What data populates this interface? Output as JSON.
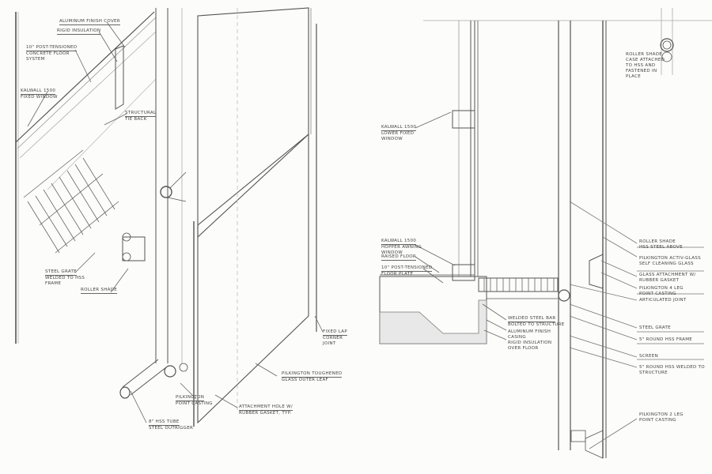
{
  "left_detail": {
    "labels": {
      "finish_cover": "Aluminum Finish Cover",
      "rigid_insulation": "Rigid Insulation",
      "floor_system_1": "10\" Post-Tensioned",
      "floor_system_2": "Concrete Floor",
      "floor_system_3": "System",
      "kalwall_1": "Kalwall 1500",
      "kalwall_2": "Fixed Window",
      "tie_back_1": "Structural",
      "tie_back_2": "Tie Back",
      "steel_grate_1": "Steel Grate",
      "steel_grate_2": "Welded to HSS",
      "steel_grate_3": "Frame",
      "roller_shade": "Roller Shade",
      "outrigger_1": "8\" HSS Tube",
      "outrigger_2": "Steel Outrigger",
      "point_casting_1": "Pilkington",
      "point_casting_2": "Point Casting",
      "outer_leaf_1": "Pilkington Toughened",
      "outer_leaf_2": "Glass Outer Leaf",
      "corner_joint_1": "Fixed Lap",
      "corner_joint_2": "Corner",
      "corner_joint_3": "Joint",
      "attachment_1": "Attachment Hole w/",
      "attachment_2": "Rubber Gasket, Typ."
    }
  },
  "right_detail": {
    "labels": {
      "roller_case_1": "Roller Shade",
      "roller_case_2": "Case Attached",
      "roller_case_3": "to HSS and",
      "roller_case_4": "Fastened in",
      "roller_case_5": "Place",
      "kalwall_upper_1": "Kalwall 1500",
      "kalwall_upper_2": "Lower Fixed",
      "kalwall_upper_3": "Window",
      "kalwall_lower_1": "Kalwall 1500",
      "kalwall_lower_2": "Hopper Awning",
      "kalwall_lower_3": "Window",
      "raised_floor": "Raised Floor",
      "floor_plate_1": "10\" Post-Tensioned",
      "floor_plate_2": "Floor Plate",
      "steel_bar_1": "Welded Steel Bar",
      "steel_bar_2": "Bolted to Structure",
      "casing_1": "Aluminum Finish",
      "casing_2": "Casing",
      "insulation_1": "Rigid Insulation",
      "insulation_2": "over Floor",
      "roller_shade_1": "Roller Shade",
      "roller_shade_2": "HSS Steel Above",
      "activ_glass_1": "Pilkington Activ-Glass",
      "activ_glass_2": "Self Cleaning Glass",
      "glass_attach_1": "Glass Attachment w/",
      "glass_attach_2": "Rubber Gasket",
      "four_leg_1": "Pilkington 4 Leg",
      "four_leg_2": "Point Casting",
      "articulated": "Articulated Joint",
      "steel_grate": "Steel Grate",
      "hss_frame": "5\" Round HSS Frame",
      "screen": "Screen",
      "hss_welded_1": "5\" Round HSS Welded to",
      "hss_welded_2": "Structure",
      "two_leg_1": "Pilkington 2 Leg",
      "two_leg_2": "Point Casting"
    }
  },
  "colors": {
    "paper": "#fcfcfb",
    "pencil": "#555555",
    "light_pencil": "#b8b8b8"
  }
}
